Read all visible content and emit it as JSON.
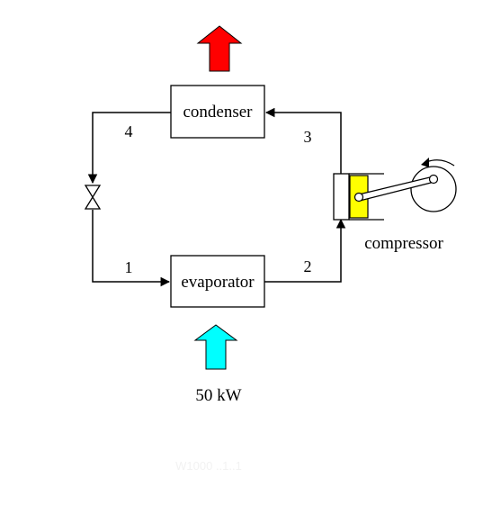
{
  "components": {
    "condenser": "condenser",
    "evaporator": "evaporator",
    "compressor": "compressor"
  },
  "states": {
    "s1": "1",
    "s2": "2",
    "s3": "3",
    "s4": "4"
  },
  "heat_input": "50 kW",
  "watermark": "W1000 ..1..1",
  "colors": {
    "heat_rejection_arrow": "#ff0000",
    "heat_input_arrow": "#00ffff",
    "piston": "#ffff00",
    "line": "#000000"
  }
}
